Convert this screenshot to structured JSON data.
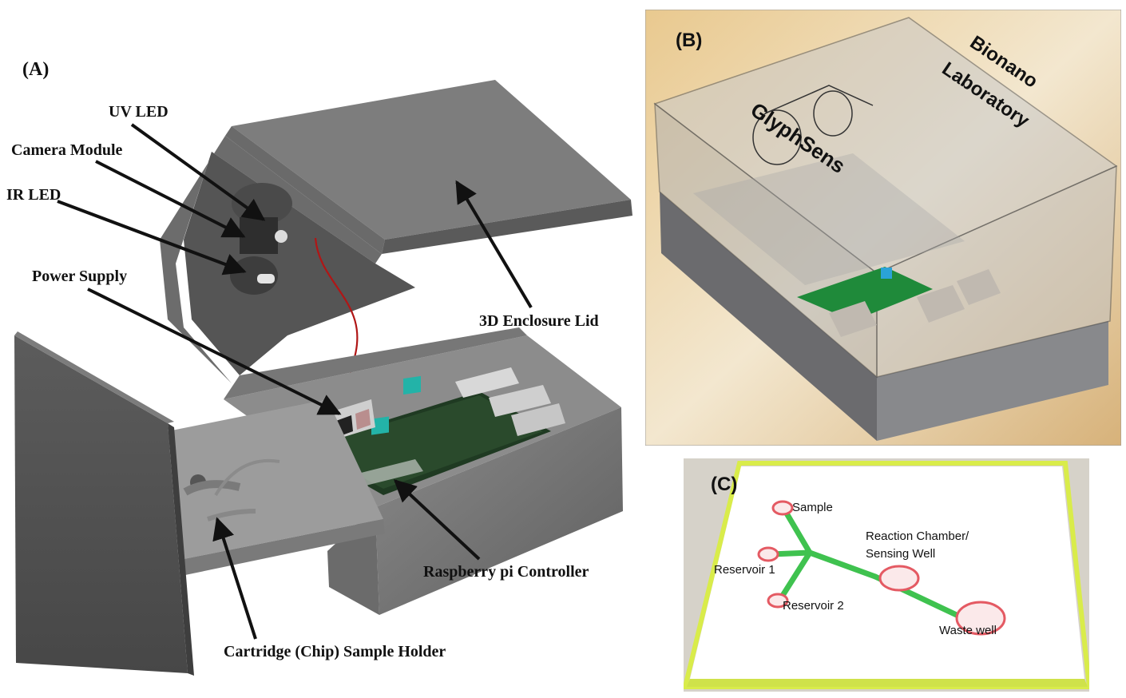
{
  "panel_a": {
    "label": "(A)",
    "callouts": {
      "uv_led": "UV LED",
      "camera_module": "Camera Module",
      "ir_led": "IR LED",
      "power_supply": "Power Supply",
      "enclosure_lid": "3D Enclosure Lid",
      "raspberry_pi": "Raspberry pi Controller",
      "cartridge_holder": "Cartridge (Chip) Sample Holder"
    }
  },
  "panel_b": {
    "label": "(B)",
    "lid_engraving_line1": "Bionano",
    "lid_engraving_line2": "Laboratory",
    "lid_engraving_line3": "GlyphSens"
  },
  "panel_c": {
    "label": "(C)",
    "wells": {
      "sample": "Sample",
      "reaction_line1": "Reaction Chamber/",
      "reaction_line2": "Sensing Well",
      "reservoir1": "Reservoir 1",
      "reservoir2": "Reservoir 2",
      "waste": "Waste well"
    }
  },
  "colors": {
    "enclosure_gray": "#6f6f6f",
    "pcb_green": "#1f6b2c",
    "channel_green": "#3fc24f",
    "well_red": "#e45a63",
    "chip_border_yellow": "#d9ec4a"
  }
}
